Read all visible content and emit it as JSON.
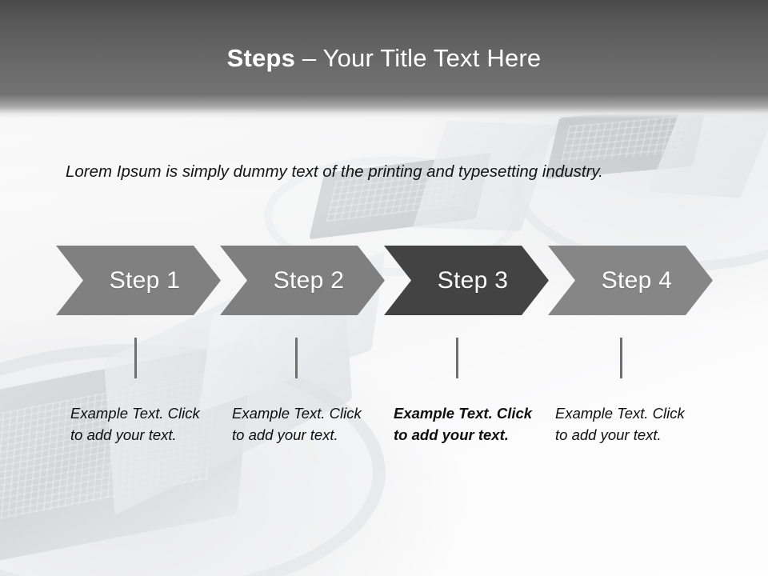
{
  "slide": {
    "title": {
      "strong": "Steps",
      "rest": " – Your Title Text Here"
    },
    "body_text": "Lorem Ipsum is simply dummy text of the printing and typesetting industry.",
    "steps": [
      {
        "label": "Step 1",
        "fill": "#808080",
        "border": "#6e6e6e",
        "active": false,
        "caption": "Example Text. Click  to add your text."
      },
      {
        "label": "Step 2",
        "fill": "#7f7f7f",
        "border": "#6d6d6d",
        "active": false,
        "caption": "Example Text. Click  to add your text."
      },
      {
        "label": "Step 3",
        "fill": "#434343",
        "border": "#2f2f2f",
        "active": true,
        "caption": "Example Text. Click  to add your text."
      },
      {
        "label": "Step 4",
        "fill": "#868686",
        "border": "#747474",
        "active": false,
        "caption": "Example Text. Click  to add your text."
      }
    ],
    "colors": {
      "header_dark": "#4a4a4a",
      "header_mid": "#737373",
      "slide_background": "#f4f4f4",
      "connector_line": "#6f6f6f",
      "title_text": "#ffffff",
      "body_text": "#141414"
    }
  }
}
